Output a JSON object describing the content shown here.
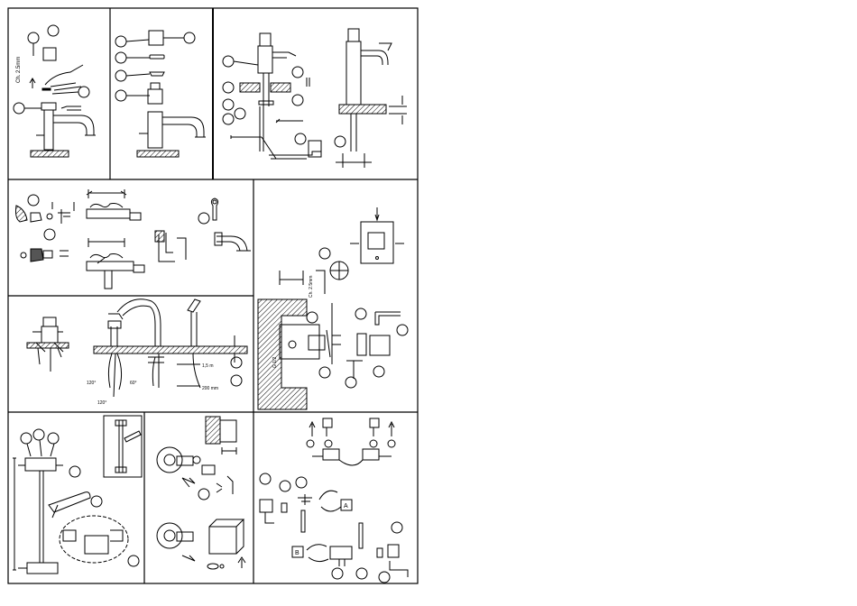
{
  "labels": {
    "thread_note": "Ch. 2.5mm",
    "drill_note": "Ch. 2.5mm",
    "hose_angle_left": "120°",
    "hose_angle_right": "60°",
    "hose_angle_bottom": "120°",
    "dim_a": "1,5 m",
    "dim_b": "200 mm",
    "box_a": "A",
    "box_b": "B",
    "pipe_label": "G 1/2"
  }
}
